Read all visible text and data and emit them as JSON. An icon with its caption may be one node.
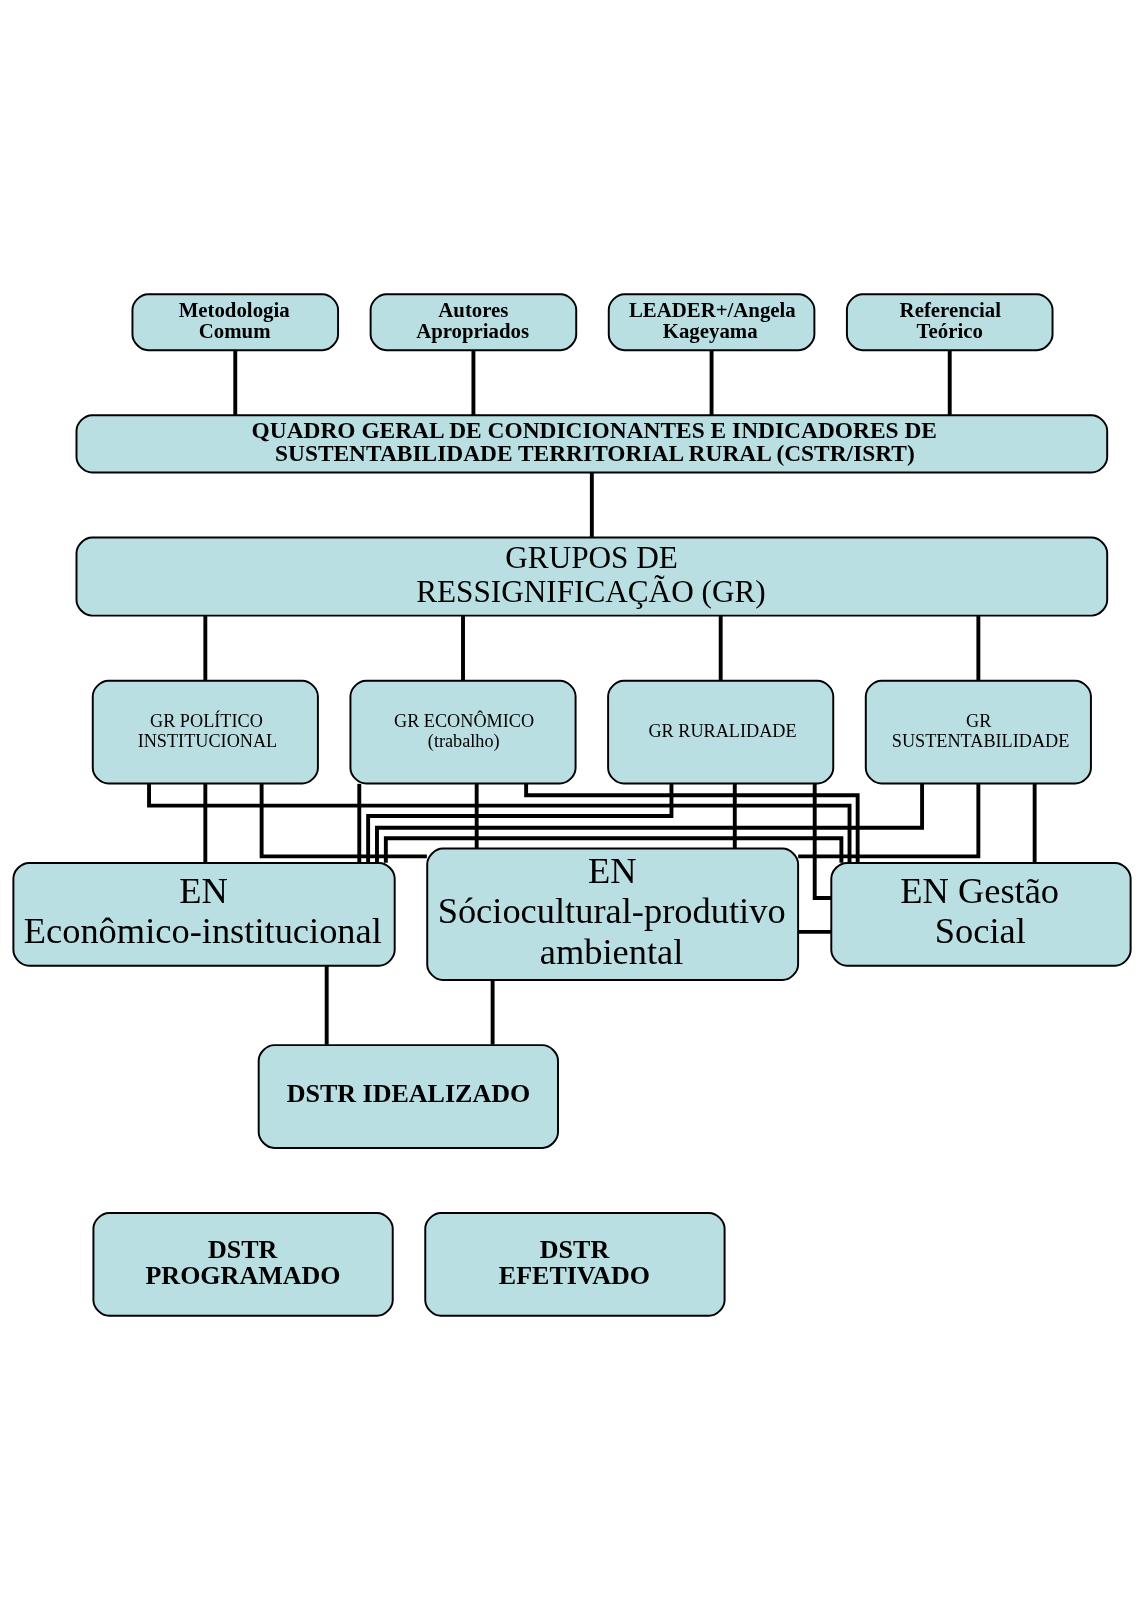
{
  "diagram": {
    "nodes": [
      {
        "text": [
          "Metodologia Comum"
        ]
      },
      {
        "text": [
          "Autores Apropriados"
        ]
      },
      {
        "text": [
          "LEADER+/Angela Kageyama"
        ]
      },
      {
        "text": [
          "Referencial Teórico"
        ]
      },
      {
        "text": [
          "QUADRO GERAL DE CONDICIONANTES E INDICADORES DE SUSTENTABILIDADE TERRITORIAL RURAL (CSTR/ISRT)"
        ]
      },
      {
        "text": [
          "GRUPOS DE RESSIGNIFICAÇÃO (GR)"
        ]
      },
      {
        "text": [
          "GR RURALIDADE"
        ]
      },
      {
        "text": [
          "GR SUSTENTABILIDADE"
        ]
      },
      {
        "text": [
          "GR POLÍTICO INSTITUCIONAL"
        ]
      },
      {
        "text": [
          "GR ECONÔMICO (trabalho)"
        ]
      },
      {
        "text": [
          "EN Sóciocultural-produtivo ambiental"
        ]
      },
      {
        "text": [
          "EN Gestão Social"
        ]
      },
      {
        "text": [
          "EN Econômico-institucional"
        ]
      },
      {
        "text": [
          "DSTR IDEALIZADO"
        ]
      },
      {
        "text": [
          "DSTR PROGRAMADO"
        ]
      },
      {
        "text": [
          "DSTR EFETIVADO"
        ]
      }
    ],
    "edges": [
      {
        "from": 0,
        "to": 4,
        "arrow": "none"
      },
      {
        "from": 1,
        "to": 4,
        "arrow": "none"
      },
      {
        "from": 2,
        "to": 4,
        "arrow": "none"
      },
      {
        "from": 3,
        "to": 4,
        "arrow": "none"
      },
      {
        "from": 4,
        "to": 5,
        "arrow": "none"
      },
      {
        "from": 5,
        "to": 6,
        "arrow": "none"
      },
      {
        "from": 5,
        "to": 7,
        "arrow": "none"
      },
      {
        "from": 5,
        "to": 8,
        "arrow": "none"
      },
      {
        "from": 5,
        "to": 9,
        "arrow": "none"
      },
      {
        "from": 6,
        "to": 10,
        "arrow": "none"
      },
      {
        "from": 6,
        "to": 11,
        "arrow": "none"
      },
      {
        "from": 6,
        "to": 12,
        "arrow": "none"
      },
      {
        "from": 7,
        "to": 10,
        "arrow": "none"
      },
      {
        "from": 7,
        "to": 11,
        "arrow": "none"
      },
      {
        "from": 7,
        "to": 12,
        "arrow": "none"
      },
      {
        "from": 8,
        "to": 10,
        "arrow": "none"
      },
      {
        "from": 8,
        "to": 11,
        "arrow": "none"
      },
      {
        "from": 8,
        "to": 12,
        "arrow": "none"
      },
      {
        "from": 9,
        "to": 10,
        "arrow": "none"
      },
      {
        "from": 9,
        "to": 11,
        "arrow": "none"
      },
      {
        "from": 9,
        "to": 12,
        "arrow": "none"
      },
      {
        "from": 10,
        "to": 11,
        "arrow": "none"
      },
      {
        "from": 11,
        "to": 12,
        "arrow": "none"
      },
      {
        "from": 10,
        "to": 13,
        "arrow": "none"
      },
      {
        "from": 12,
        "to": 13,
        "arrow": "none"
      }
    ]
  }
}
